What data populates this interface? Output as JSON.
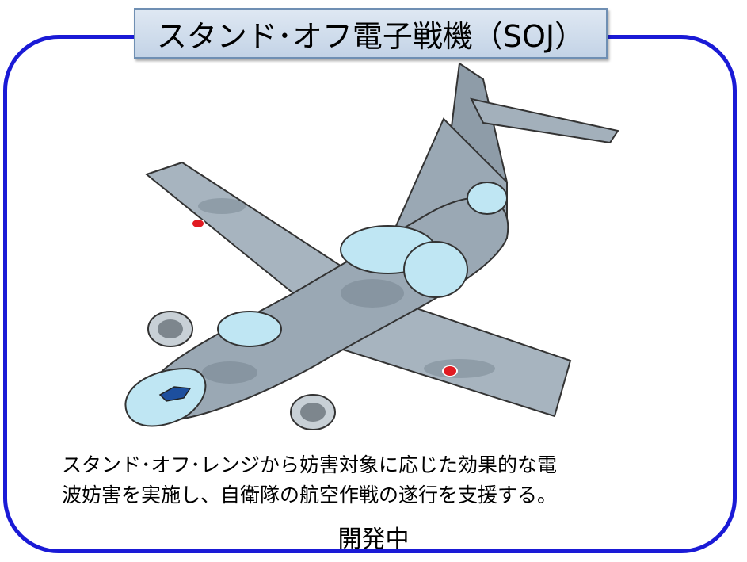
{
  "title": "スタンド･オフ電子戦機（SOJ）",
  "description_line1": "スタンド･オフ･レンジから妨害対象に応じた効果的な電",
  "description_line2": "波妨害を実施し、自衛隊の航空作戦の遂行を支援する。",
  "status": "開発中",
  "colors": {
    "frame": "#1a1ad6",
    "title_bg": "#c9d7e8",
    "fuselage": "#9aa8b4",
    "radome": "#bfe6f3",
    "roundel": "#e11b22"
  }
}
